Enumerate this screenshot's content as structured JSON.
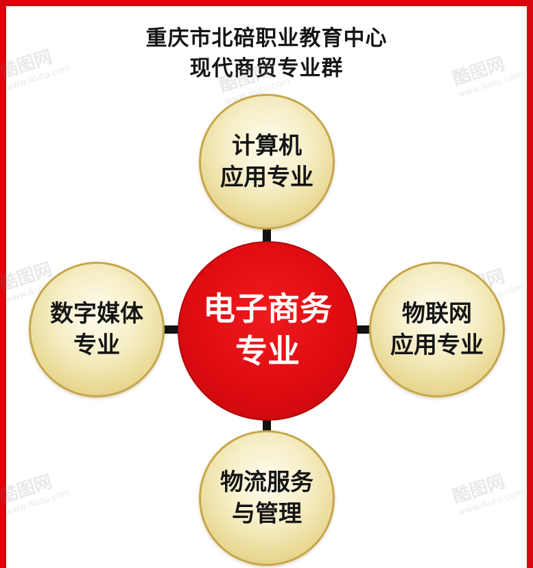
{
  "title": {
    "line1": "重庆市北碚职业教育中心",
    "line2": "现代商贸专业群"
  },
  "center": {
    "line1": "电子商务",
    "line2": "专业"
  },
  "nodes": {
    "top": {
      "line1": "计算机",
      "line2": "应用专业"
    },
    "left": {
      "line1": "数字媒体",
      "line2": "专业"
    },
    "right": {
      "line1": "物联网",
      "line2": "应用专业"
    },
    "bottom": {
      "line1": "物流服务",
      "line2": "与管理"
    }
  },
  "watermark": {
    "brand": "酷图网",
    "url": "www.ikutu.com"
  },
  "colors": {
    "border": "#d7080d",
    "center_fill": "#dc0b10",
    "node_fill": "#e9d994",
    "node_border": "#c6a64b"
  }
}
